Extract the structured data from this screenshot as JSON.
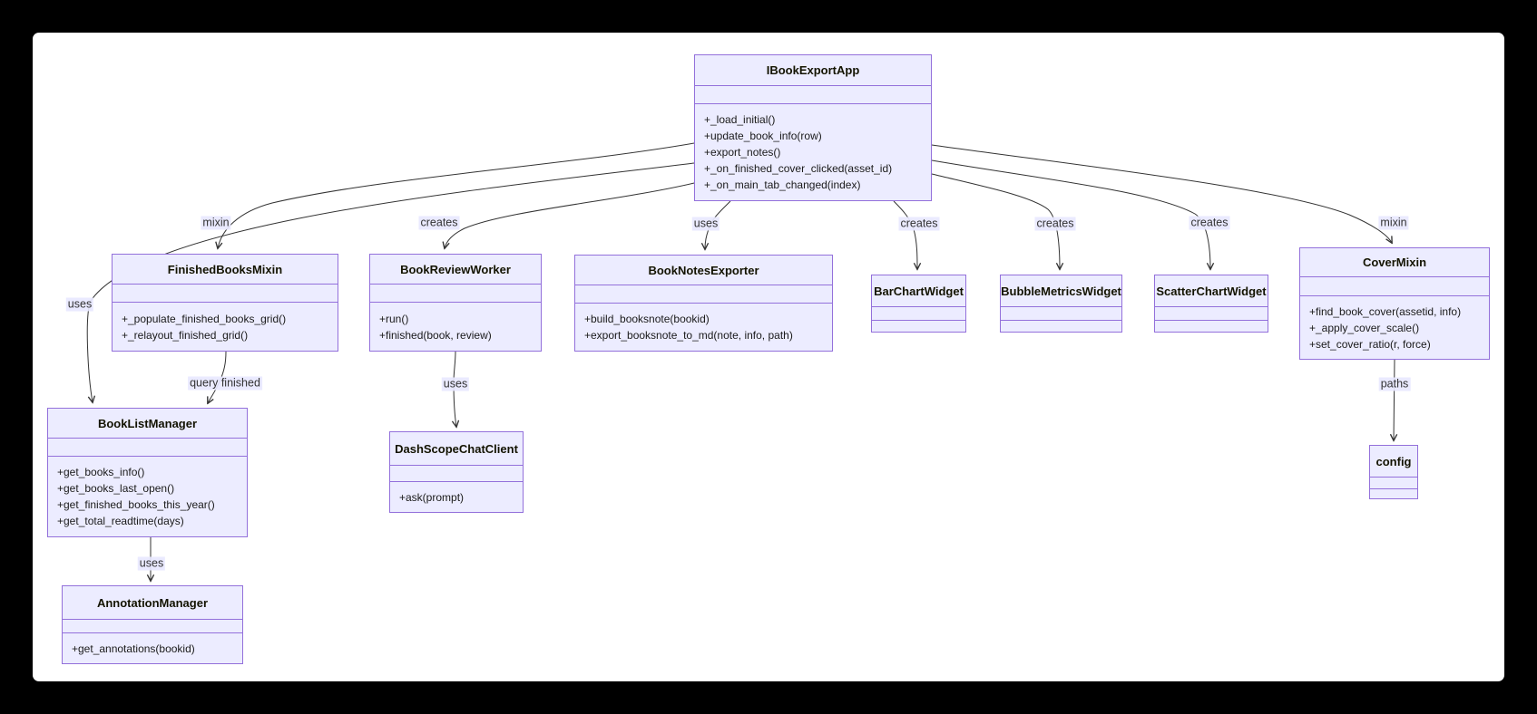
{
  "diagram": {
    "kind": "uml-class-diagram",
    "classes": [
      {
        "id": "IBookExportApp",
        "name": "IBookExportApp",
        "methods": [
          "+_load_initial()",
          "+update_book_info(row)",
          "+export_notes()",
          "+_on_finished_cover_clicked(asset_id)",
          "+_on_main_tab_changed(index)"
        ]
      },
      {
        "id": "FinishedBooksMixin",
        "name": "FinishedBooksMixin",
        "methods": [
          "+_populate_finished_books_grid()",
          "+_relayout_finished_grid()"
        ]
      },
      {
        "id": "BookReviewWorker",
        "name": "BookReviewWorker",
        "methods": [
          "+run()",
          "+finished(book, review)"
        ]
      },
      {
        "id": "BookNotesExporter",
        "name": "BookNotesExporter",
        "methods": [
          "+build_booksnote(bookid)",
          "+export_booksnote_to_md(note, info, path)"
        ]
      },
      {
        "id": "BarChartWidget",
        "name": "BarChartWidget",
        "methods": []
      },
      {
        "id": "BubbleMetricsWidget",
        "name": "BubbleMetricsWidget",
        "methods": []
      },
      {
        "id": "ScatterChartWidget",
        "name": "ScatterChartWidget",
        "methods": []
      },
      {
        "id": "CoverMixin",
        "name": "CoverMixin",
        "methods": [
          "+find_book_cover(assetid, info)",
          "+_apply_cover_scale()",
          "+set_cover_ratio(r, force)"
        ]
      },
      {
        "id": "BookListManager",
        "name": "BookListManager",
        "methods": [
          "+get_books_info()",
          "+get_books_last_open()",
          "+get_finished_books_this_year()",
          "+get_total_readtime(days)"
        ]
      },
      {
        "id": "DashScopeChatClient",
        "name": "DashScopeChatClient",
        "methods": [
          "+ask(prompt)"
        ]
      },
      {
        "id": "AnnotationManager",
        "name": "AnnotationManager",
        "methods": [
          "+get_annotations(bookid)"
        ]
      },
      {
        "id": "config",
        "name": "config",
        "methods": []
      }
    ],
    "edges": [
      {
        "from": "IBookExportApp",
        "to": "FinishedBooksMixin",
        "label": "mixin"
      },
      {
        "from": "IBookExportApp",
        "to": "BookListManager",
        "label": "uses"
      },
      {
        "from": "IBookExportApp",
        "to": "BookReviewWorker",
        "label": "creates"
      },
      {
        "from": "IBookExportApp",
        "to": "BookNotesExporter",
        "label": "uses"
      },
      {
        "from": "IBookExportApp",
        "to": "BarChartWidget",
        "label": "creates"
      },
      {
        "from": "IBookExportApp",
        "to": "BubbleMetricsWidget",
        "label": "creates"
      },
      {
        "from": "IBookExportApp",
        "to": "ScatterChartWidget",
        "label": "creates"
      },
      {
        "from": "IBookExportApp",
        "to": "CoverMixin",
        "label": "mixin"
      },
      {
        "from": "FinishedBooksMixin",
        "to": "BookListManager",
        "label": "query finished"
      },
      {
        "from": "BookListManager",
        "to": "AnnotationManager",
        "label": "uses"
      },
      {
        "from": "BookReviewWorker",
        "to": "DashScopeChatClient",
        "label": "uses"
      },
      {
        "from": "CoverMixin",
        "to": "config",
        "label": "paths"
      }
    ],
    "colors": {
      "node_fill": "#ECECFF",
      "node_border": "#9370DB",
      "edge_line": "#333333",
      "label_bg": "#E8E8FF",
      "page_bg": "#FFFFFF",
      "frame_bg": "#000000"
    }
  }
}
